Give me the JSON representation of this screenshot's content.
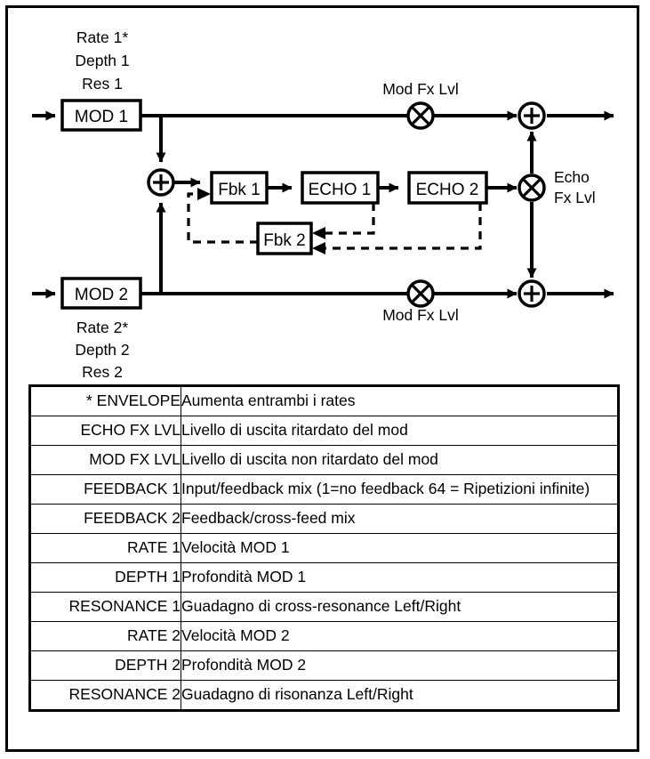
{
  "diagram": {
    "blocks": {
      "mod1": "MOD 1",
      "mod2": "MOD 2",
      "fbk1": "Fbk 1",
      "fbk2": "Fbk 2",
      "echo1": "ECHO 1",
      "echo2": "ECHO 2"
    },
    "annotations": {
      "mod1_params_line1": "Rate 1*",
      "mod1_params_line2": "Depth 1",
      "mod1_params_line3": "Res 1",
      "mod2_params_line1": "Rate 2*",
      "mod2_params_line2": "Depth 2",
      "mod2_params_line3": "Res 2",
      "mod_fx_lvl_top": "Mod Fx Lvl",
      "mod_fx_lvl_bottom": "Mod Fx Lvl",
      "echo_fx_lvl_line1": "Echo",
      "echo_fx_lvl_line2": "Fx Lvl"
    },
    "symbols": {
      "sum": "+",
      "multiply": "×"
    }
  },
  "param_table": {
    "rows": [
      {
        "name": "* ENVELOPE",
        "desc": "Aumenta entrambi i rates"
      },
      {
        "name": "ECHO FX LVL",
        "desc": "Livello di uscita  ritardato del  mod"
      },
      {
        "name": "MOD FX LVL",
        "desc": "Livello di uscita non ritardato del mod"
      },
      {
        "name": "FEEDBACK 1",
        "desc": "Input/feedback mix (1=no feedback 64 = Ripetizioni infinite)"
      },
      {
        "name": "FEEDBACK 2",
        "desc": "Feedback/cross-feed mix"
      },
      {
        "name": "RATE 1",
        "desc": "Velocità MOD 1"
      },
      {
        "name": "DEPTH 1",
        "desc": "Profondità MOD 1"
      },
      {
        "name": "RESONANCE 1",
        "desc": "Guadagno  di cross-resonance Left/Right"
      },
      {
        "name": "RATE 2",
        "desc": "Velocità  MOD 2"
      },
      {
        "name": "DEPTH 2",
        "desc": "Profondità MOD 2"
      },
      {
        "name": "RESONANCE 2",
        "desc": "Guadagno di risonanza Left/Right"
      }
    ]
  },
  "colors": {
    "stroke": "#000000",
    "background": "#ffffff"
  }
}
